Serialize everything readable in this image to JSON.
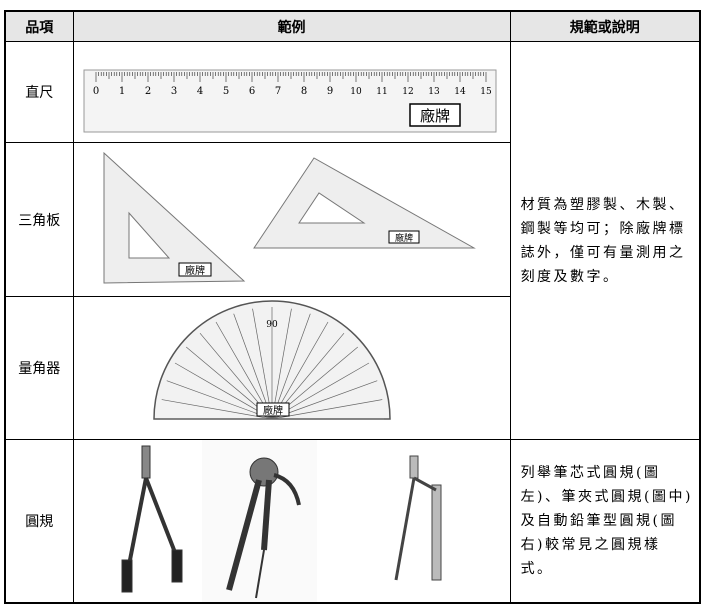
{
  "headers": {
    "item": "品項",
    "example": "範例",
    "spec": "規範或說明"
  },
  "rows": [
    {
      "item": "直尺"
    },
    {
      "item": "三角板"
    },
    {
      "item": "量角器"
    },
    {
      "item": "圓規"
    }
  ],
  "spec_shared": "材質為塑膠製、木製、鋼製等均可；除廠牌標誌外，僅可有量測用之刻度及數字。",
  "spec_compass": "列舉筆芯式圓規(圖左)、筆夾式圓規(圖中)及自動鉛筆型圓規(圖右)較常見之圓規樣式。",
  "ruler": {
    "brand": "廠牌",
    "numbers": [
      "0",
      "1",
      "2",
      "3",
      "4",
      "5",
      "6",
      "7",
      "8",
      "9",
      "10",
      "11",
      "12",
      "13",
      "14",
      "15"
    ]
  },
  "triangle": {
    "brand": "廠牌"
  },
  "protractor": {
    "brand": "廠牌",
    "center_label": "90"
  }
}
